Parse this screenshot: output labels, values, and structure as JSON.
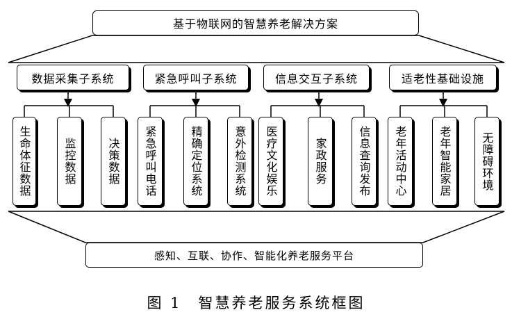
{
  "title": "基于物联网的智慧养老解决方案",
  "subsystems": [
    {
      "label": "数据采集子系统",
      "items": [
        "生命体征数据",
        "监控数据",
        "决策数据"
      ]
    },
    {
      "label": "紧急呼叫子系统",
      "items": [
        "紧急呼叫电话",
        "精确定位系统",
        "意外检测系统"
      ]
    },
    {
      "label": "信息交互子系统",
      "items": [
        "医疗文化娱乐",
        "家政服务",
        "信息查询发布"
      ]
    },
    {
      "label": "适老性基础设施",
      "items": [
        "老年活动中心",
        "老年智能家居",
        "无障碍环境"
      ]
    }
  ],
  "platform": "感知、互联、协作、智能化养老服务平台",
  "caption": "图 1　智慧养老服务系统框图"
}
